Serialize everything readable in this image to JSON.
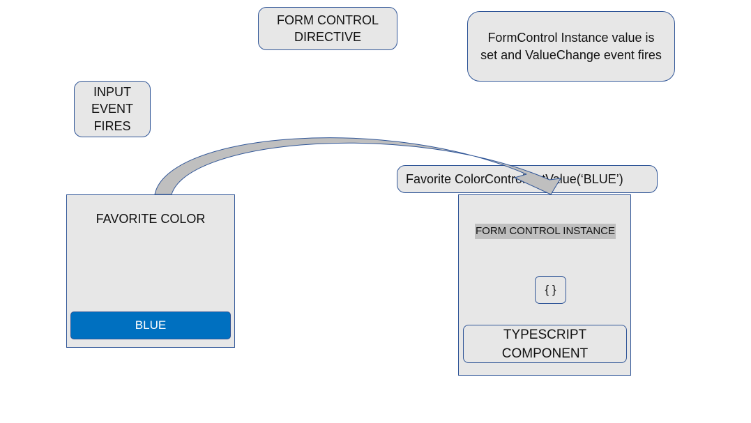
{
  "labels": {
    "directive": [
      "FORM CONTROL",
      "DIRECTIVE"
    ],
    "value_note": [
      "FormControl Instance value is",
      "set and ValueChange event fires"
    ],
    "input_event": [
      "INPUT",
      "EVENT",
      "FIRES"
    ],
    "setvalue_call": "Favorite ColorControl.setValue(‘BLUE’)"
  },
  "left_panel": {
    "title": "FAVORITE COLOR",
    "button_label": "BLUE"
  },
  "right_panel": {
    "title": "FORM CONTROL INSTANCE",
    "icon_glyph": "{ }",
    "component": [
      "TYPESCRIPT",
      "COMPONENT"
    ]
  },
  "colors": {
    "box_fill": "#e7e7e7",
    "box_border": "#2f5597",
    "button_fill": "#0070c0",
    "arrow_fill": "#bfbfbf",
    "highlight": "#bfbfbf"
  },
  "icons": {
    "arrow": "curved-arrow-icon",
    "braces": "braces-icon"
  }
}
